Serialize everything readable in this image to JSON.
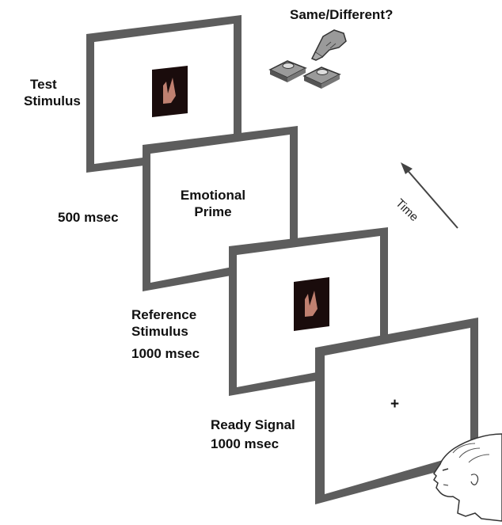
{
  "question": "Same/Different?",
  "time_label": "Time",
  "frames": [
    {
      "name": "test-stimulus",
      "label_lines": [
        "Test",
        "Stimulus"
      ],
      "duration": ""
    },
    {
      "name": "emotional-prime",
      "label_lines": [
        "Emotional",
        "Prime"
      ],
      "duration": "500 msec"
    },
    {
      "name": "reference-stimulus",
      "label_lines": [
        "Reference",
        "Stimulus"
      ],
      "duration": "1000 msec"
    },
    {
      "name": "ready-signal",
      "label_lines": [
        "Ready Signal"
      ],
      "duration": "1000 msec",
      "symbol": "+"
    }
  ],
  "icons": [
    "hand-pressing-button-icon",
    "response-button-icon",
    "arrow-icon",
    "observer-head-icon",
    "hand-stimulus-image"
  ]
}
